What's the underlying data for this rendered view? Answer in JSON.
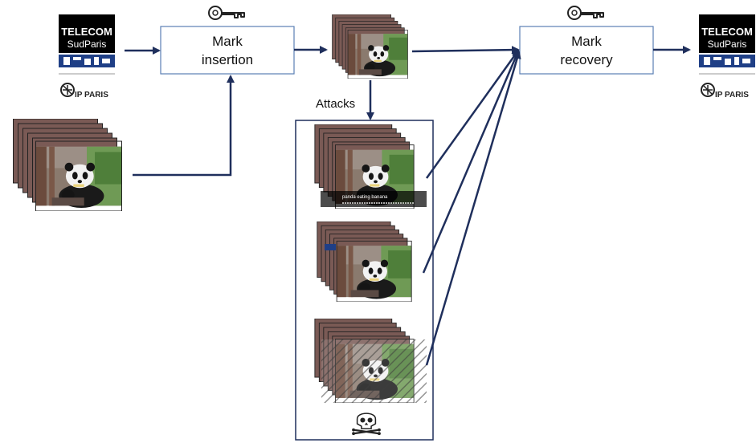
{
  "logo": {
    "line1": "TELECOM",
    "line2": "SudParis",
    "footer": "IP PARIS"
  },
  "steps": {
    "insertion_line1": "Mark",
    "insertion_line2": "insertion",
    "recovery_line1": "Mark",
    "recovery_line2": "recovery"
  },
  "attacks_label": "Attacks",
  "overlay_caption": "panda eating banana",
  "icons": {
    "key": "key-icon",
    "skull": "skull-crossbones-icon"
  },
  "colors": {
    "arrow": "#1f2f5c",
    "box_border": "#5b7fb5",
    "logo_bg": "#000000",
    "logo_blue": "#1f3f86"
  }
}
